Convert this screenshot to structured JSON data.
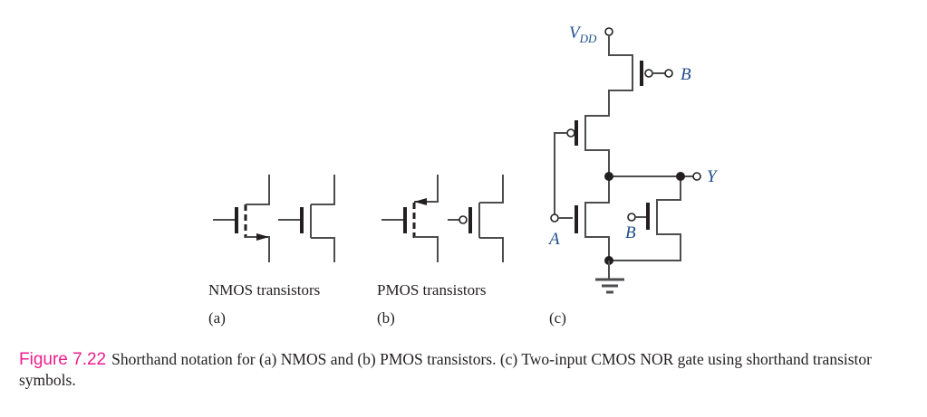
{
  "figure": {
    "number": "Figure 7.22",
    "caption": "Shorthand notation for (a) NMOS and (b) PMOS transistors. (c) Two-input CMOS NOR gate using shorthand transistor symbols.",
    "number_color": "#ec1c8c"
  },
  "panels": {
    "a": {
      "title": "NMOS transistors",
      "tag": "(a)"
    },
    "b": {
      "title": "PMOS transistors",
      "tag": "(b)"
    },
    "c": {
      "tag": "(c)"
    }
  },
  "circuit": {
    "vdd_main": "V",
    "vdd_sub": "DD",
    "input_b_top": "B",
    "output_y": "Y",
    "input_a": "A",
    "input_b_bottom": "B"
  }
}
